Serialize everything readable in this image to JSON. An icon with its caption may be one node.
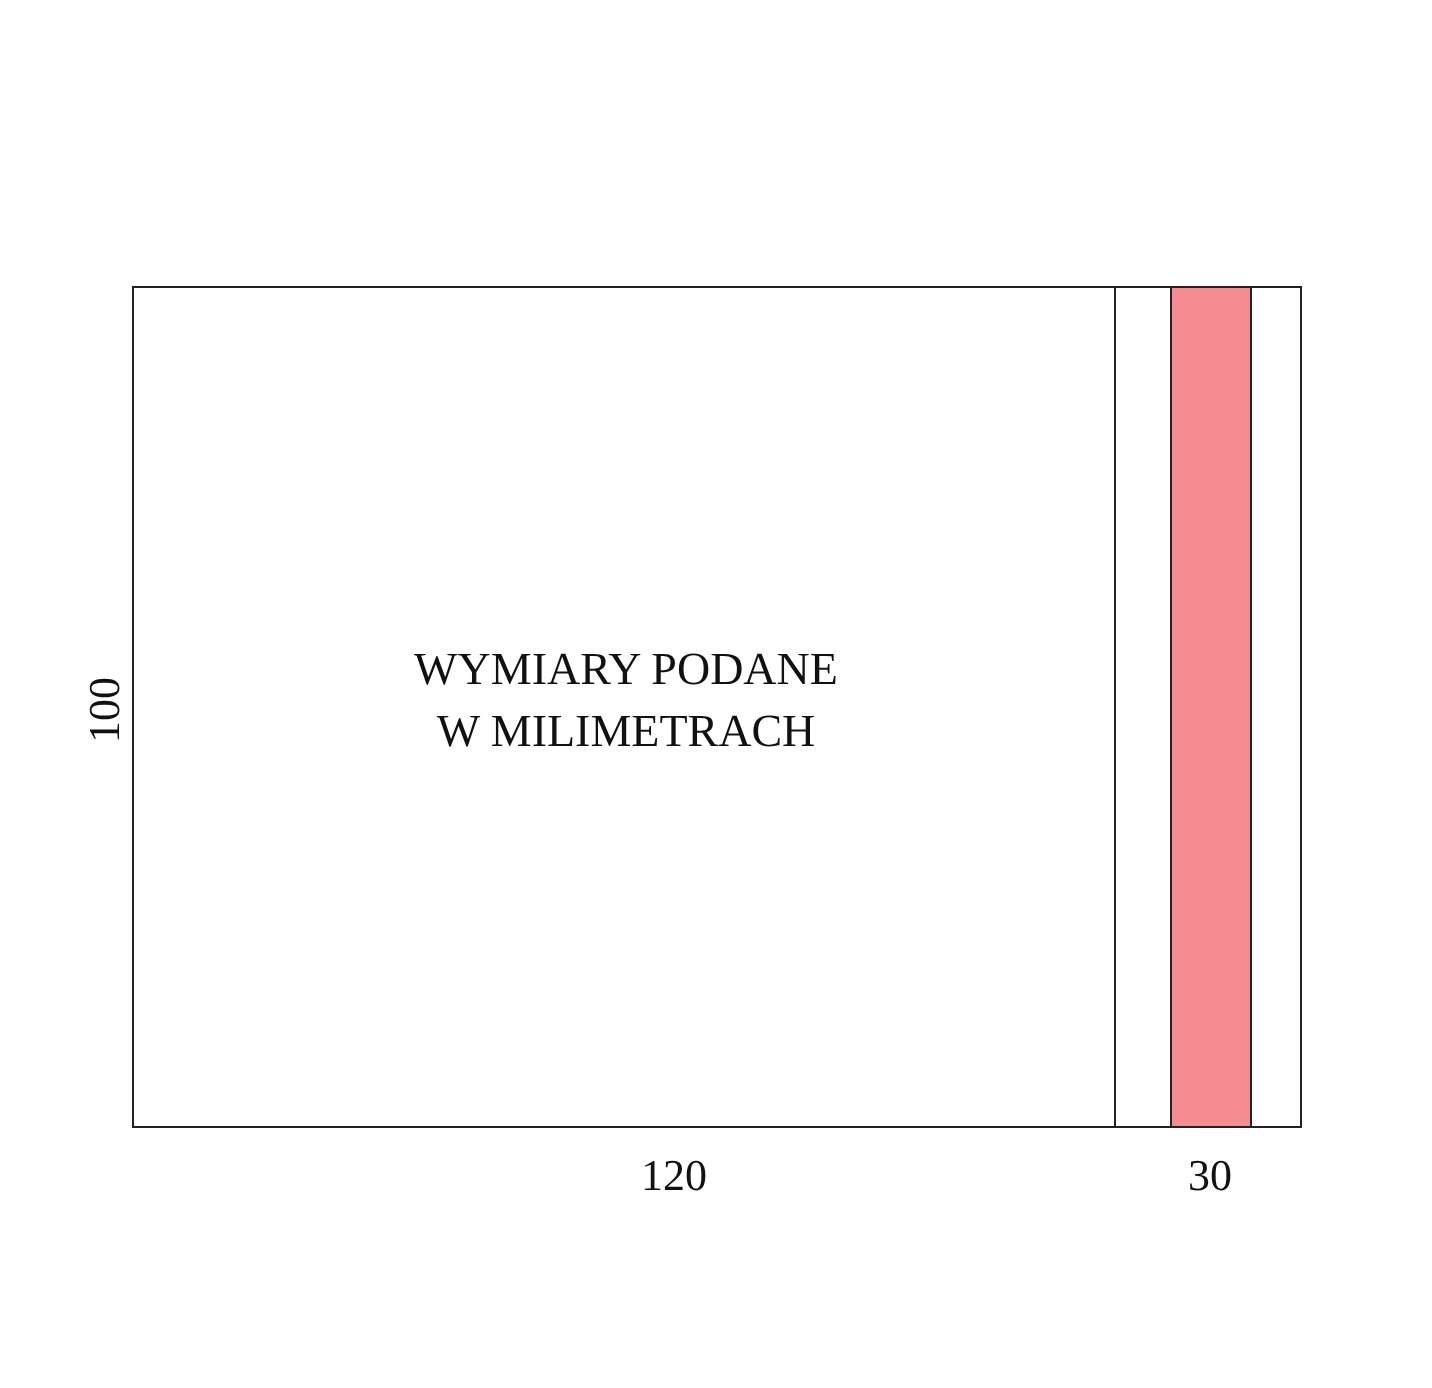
{
  "diagram": {
    "nodes": [
      {
        "text": [
          "WYMIARY PODANE W MILIMETRACH"
        ]
      },
      {
        "text": [],
        "shape": "box"
      },
      {
        "text": [],
        "shape": "bar",
        "in": 1
      }
    ],
    "labels": [
      "100",
      "120",
      "30"
    ]
  }
}
